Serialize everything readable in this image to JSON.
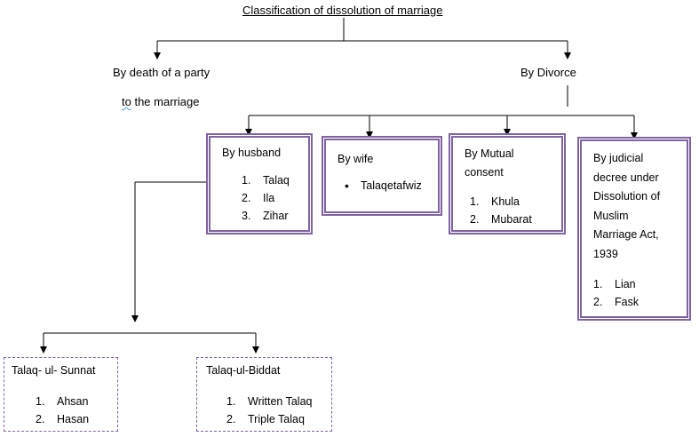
{
  "title": "Classification of dissolution of marriage",
  "branches": {
    "death": {
      "line1": "By death of a party",
      "line2_word": "to",
      "line2_rest": " the marriage"
    },
    "divorce": "By Divorce"
  },
  "categories": {
    "husband": {
      "title": "By husband",
      "items": [
        "Talaq",
        "Ila",
        "Zihar"
      ]
    },
    "wife": {
      "title": "By wife",
      "items": [
        "Talaqetafwiz"
      ]
    },
    "mutual": {
      "title_lines": [
        "By Mutual",
        "consent"
      ],
      "items": [
        "Khula",
        "Mubarat"
      ]
    },
    "judicial": {
      "title_lines": [
        "By judicial",
        "decree under",
        "Dissolution of",
        "Muslim",
        "Marriage Act,",
        "1939"
      ],
      "items": [
        "Lian",
        "Fask"
      ]
    }
  },
  "talaq_types": {
    "sunnat": {
      "title": "Talaq- ul- Sunnat",
      "items": [
        "Ahsan",
        "Hasan"
      ]
    },
    "biddat": {
      "title": "Talaq-ul-Biddat",
      "items": [
        "Written Talaq",
        "Triple Talaq"
      ]
    }
  },
  "numbering": [
    "1.",
    "2.",
    "3."
  ],
  "colors": {
    "box_border": "#8064a2",
    "line": "#000000",
    "spell_underline": "#5b9bd5"
  }
}
